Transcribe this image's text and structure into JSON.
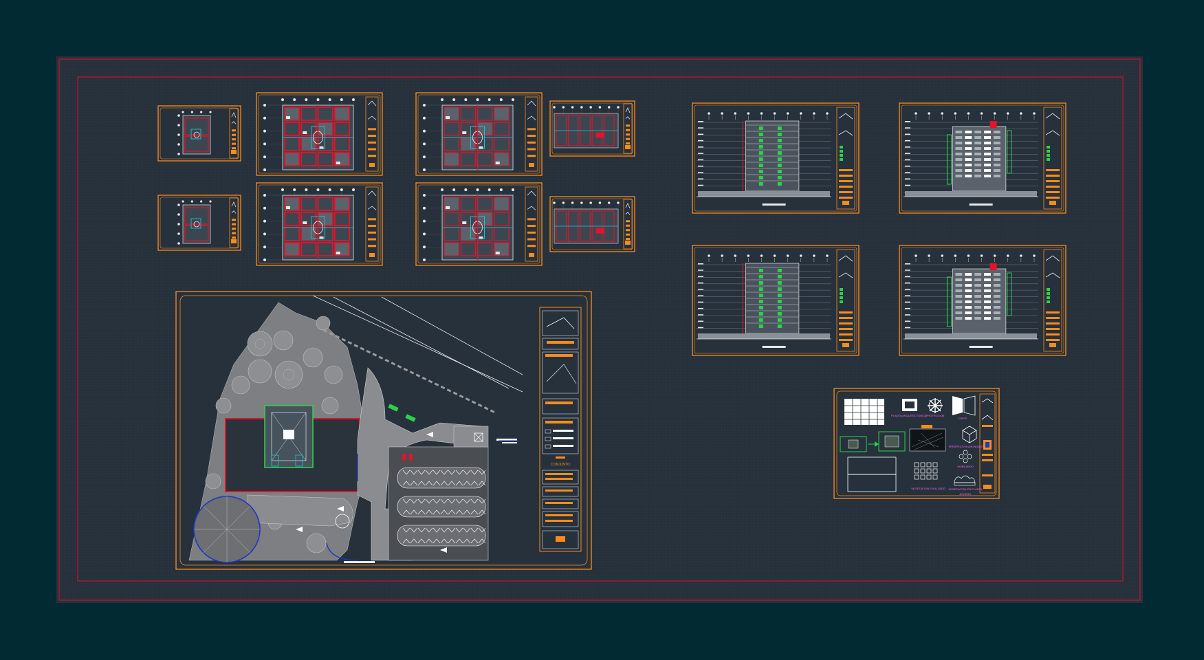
{
  "colors": {
    "background": "#022a33",
    "paper": "#26313c",
    "border_red": "#c8102e",
    "sheet_orange": "#ff8c1a",
    "wall_red": "#e0142a",
    "glass_cyan": "#19c8d8",
    "green": "#2bd24a",
    "white": "#e8e8e8",
    "grey": "#7d7f82",
    "tree_grey": "#8d8f92",
    "magenta": "#ff66ff",
    "blue": "#2036c8"
  },
  "site_plan": {
    "legend_title": "CONJUNTO"
  },
  "symbols_sheet": {
    "labels": [
      "PLANTA ARQUITECTONICA",
      "PROYECCION",
      "CORTE",
      "PERSPECTIVA AXONOMETRICA",
      "MOBILIARIO",
      "VEGETACION EN ALZADO",
      "VEGETACION EN PLANTA",
      "ACCESO"
    ]
  }
}
